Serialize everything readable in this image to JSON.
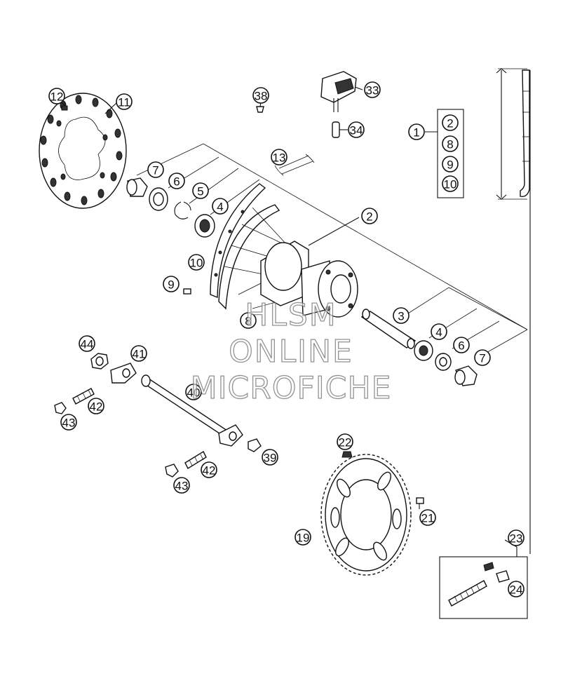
{
  "diagram": {
    "callouts": [
      "1",
      "2",
      "3",
      "4",
      "5",
      "6",
      "7",
      "8",
      "9",
      "10",
      "11",
      "12",
      "13",
      "19",
      "21",
      "22",
      "23",
      "24",
      "33",
      "34",
      "38",
      "39",
      "40",
      "41",
      "42",
      "43",
      "44"
    ],
    "kit_list": [
      "2",
      "8",
      "9",
      "10"
    ]
  },
  "watermark": {
    "line1": "HLSM",
    "line2": "ONLINE",
    "line3": "MICROFICHE"
  },
  "colors": {
    "ink": "#111111",
    "watermark_outline": "#6e6e6e"
  }
}
